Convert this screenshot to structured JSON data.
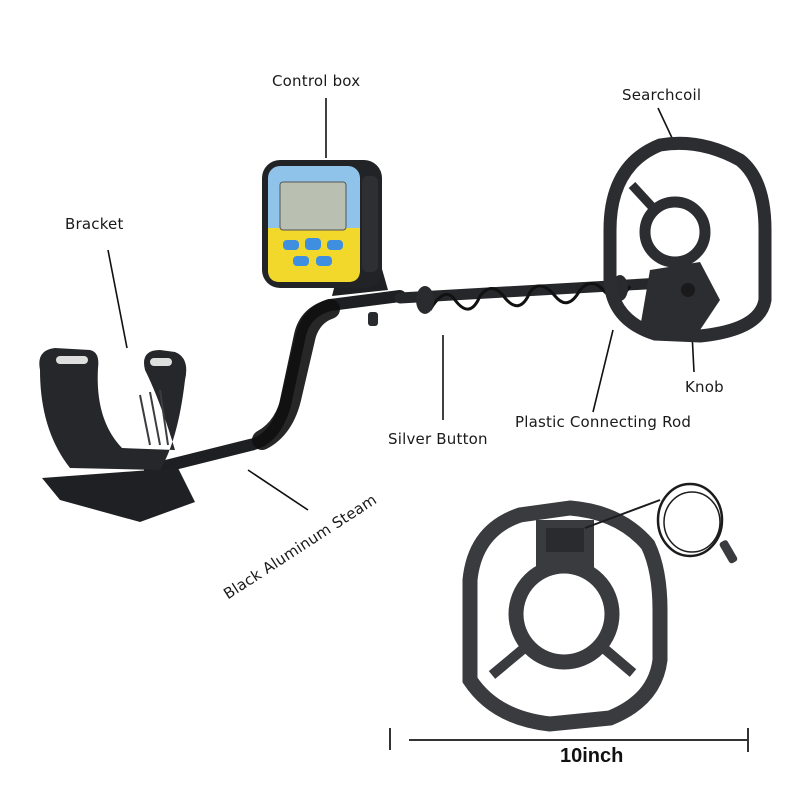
{
  "diagram": {
    "subject": "Metal detector",
    "labels": {
      "control_box": "Control box",
      "searchcoil": "Searchcoil",
      "bracket": "Bracket",
      "knob": "Knob",
      "silver_button": "Silver Button",
      "plastic_connecting_rod": "Plastic Connecting Rod",
      "black_aluminum_steam": "Black Aluminum Steam"
    },
    "dimension": {
      "label": "10inch"
    },
    "colors": {
      "body": "#222326",
      "coil": "#3a3b3f",
      "screen": "#b9c0b2",
      "panel_yellow": "#f2d82b",
      "panel_blue": "#8fc3ea",
      "button_blue": "#3e8fe0",
      "leader_line": "#111111"
    }
  }
}
